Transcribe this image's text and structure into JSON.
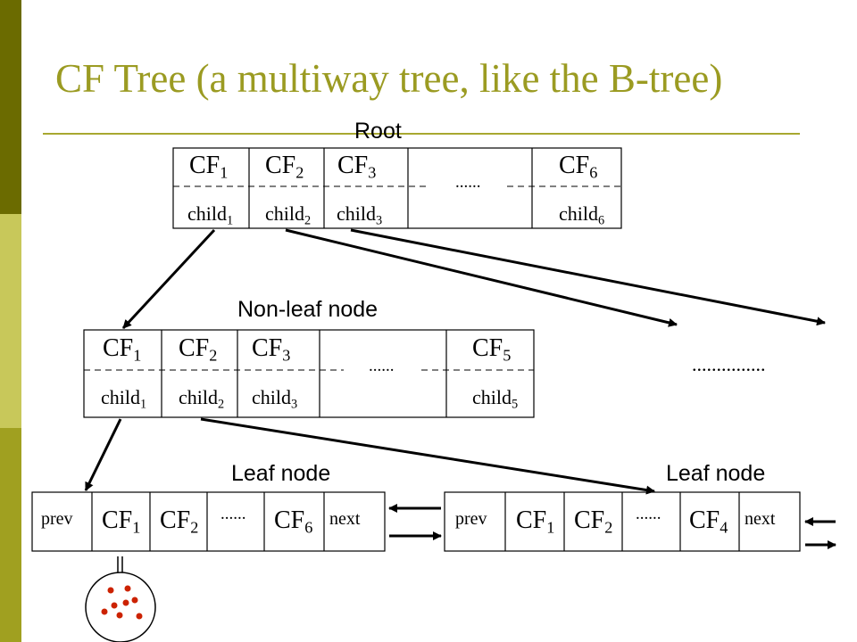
{
  "title": "CF Tree (a multiway tree, like the B-tree)",
  "root": {
    "label": "Root",
    "cf_labels": [
      "CF",
      "CF",
      "CF",
      "CF"
    ],
    "cf_subs": [
      "1",
      "2",
      "3",
      "6"
    ],
    "child_labels": [
      "child",
      "child",
      "child",
      "child"
    ],
    "child_subs": [
      "1",
      "2",
      "3",
      "6"
    ],
    "ellipsis": "......"
  },
  "nonleaf": {
    "label": "Non-leaf node",
    "cf_labels": [
      "CF",
      "CF",
      "CF",
      "CF"
    ],
    "cf_subs": [
      "1",
      "2",
      "3",
      "5"
    ],
    "child_labels": [
      "child",
      "child",
      "child",
      "child"
    ],
    "child_subs": [
      "1",
      "2",
      "3",
      "5"
    ],
    "ellipsis": "......",
    "more": "..............."
  },
  "leaf_left": {
    "label": "Leaf node",
    "prev": "prev",
    "next": "next",
    "cf_labels": [
      "CF",
      "CF",
      "CF"
    ],
    "cf_subs": [
      "1",
      "2",
      "6"
    ],
    "ellipsis": "......"
  },
  "leaf_right": {
    "label": "Leaf node",
    "prev": "prev",
    "next": "next",
    "cf_labels": [
      "CF",
      "CF",
      "CF"
    ],
    "cf_subs": [
      "1",
      "2",
      "4"
    ],
    "ellipsis": "......"
  },
  "colors": {
    "title": "#9b9b22",
    "dots": "#cc2200",
    "band_dark": "#6b6b00",
    "band_light": "#c8c85a",
    "band_mid": "#a0a020"
  }
}
